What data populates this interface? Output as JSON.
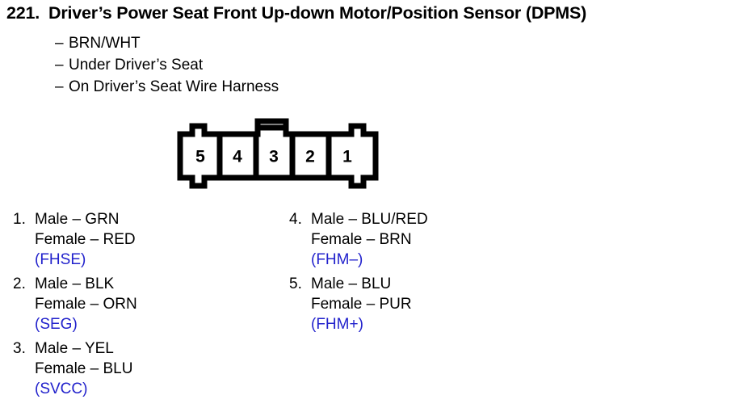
{
  "header": {
    "number": "221.",
    "title": "Driver’s Power Seat Front Up-down Motor/Position Sensor (DPMS)",
    "dash": "–",
    "details": [
      "BRN/WHT",
      "Under Driver’s Seat",
      "On Driver’s Seat Wire Harness"
    ]
  },
  "connector": {
    "name": "5-pin-connector",
    "pin_labels": [
      "5",
      "4",
      "3",
      "2",
      "1"
    ],
    "outline_color": "#000000",
    "fill_color": "#ffffff"
  },
  "pins": {
    "code_color": "#2222cc",
    "separator": "–",
    "left": [
      {
        "number": "1.",
        "male": "Male – GRN",
        "female": "Female – RED",
        "code": "(FHSE)"
      },
      {
        "number": "2.",
        "male": "Male – BLK",
        "female": "Female – ORN",
        "code": "(SEG)"
      },
      {
        "number": "3.",
        "male": "Male – YEL",
        "female": "Female – BLU",
        "code": "(SVCC)"
      }
    ],
    "right": [
      {
        "number": "4.",
        "male": "Male – BLU/RED",
        "female": "Female – BRN",
        "code": "(FHM–)"
      },
      {
        "number": "5.",
        "male": "Male – BLU",
        "female": "Female – PUR",
        "code": "(FHM+)"
      }
    ]
  }
}
